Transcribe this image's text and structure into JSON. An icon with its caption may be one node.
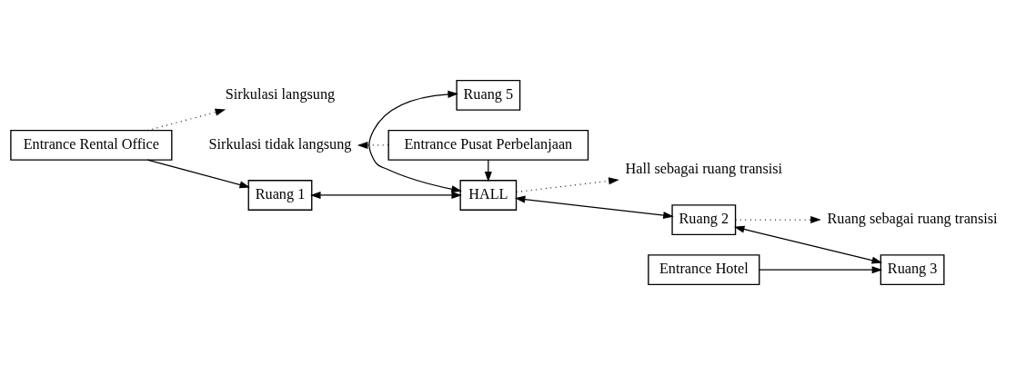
{
  "diagram": {
    "nodes": [
      {
        "text": [
          "Entrance Rental Office"
        ]
      },
      {
        "text": [
          "Ruang 5"
        ]
      },
      {
        "text": [
          "Ruang 1"
        ]
      },
      {
        "text": [
          "HALL"
        ]
      },
      {
        "text": [
          "Ruang 2"
        ]
      },
      {
        "text": [
          "Ruang 3"
        ]
      },
      {
        "text": [
          "Entrance Hotel"
        ]
      },
      {
        "text": [
          "Entrance Pusat Perbelanjaan"
        ]
      },
      {
        "text": [
          "Sirkulasi langsung"
        ]
      },
      {
        "text": [
          "Ruang sebagai ruang transisi"
        ]
      },
      {
        "text": [
          "Sirkulasi tidak langsung"
        ]
      },
      {
        "text": [
          "Hall sebagai ruang transisi"
        ]
      }
    ],
    "edges": [
      {
        "from": 0,
        "to": 2,
        "arrow": "to"
      },
      {
        "from": 2,
        "to": 3,
        "arrow": "both"
      },
      {
        "from": 1,
        "to": 3,
        "arrow": "both"
      },
      {
        "from": 3,
        "to": 4,
        "arrow": "both"
      },
      {
        "from": 4,
        "to": 5,
        "arrow": "both"
      },
      {
        "from": 6,
        "to": 5,
        "arrow": "to"
      },
      {
        "from": 7,
        "to": 3,
        "arrow": "to"
      },
      {
        "from": 0,
        "to": 8,
        "arrow": "to",
        "style": "dashed"
      },
      {
        "from": 4,
        "to": 9,
        "arrow": "to",
        "style": "dashed"
      },
      {
        "from": 7,
        "to": 10,
        "arrow": "to",
        "style": "dashed"
      },
      {
        "from": 3,
        "to": 11,
        "arrow": "to",
        "style": "dashed"
      }
    ]
  }
}
